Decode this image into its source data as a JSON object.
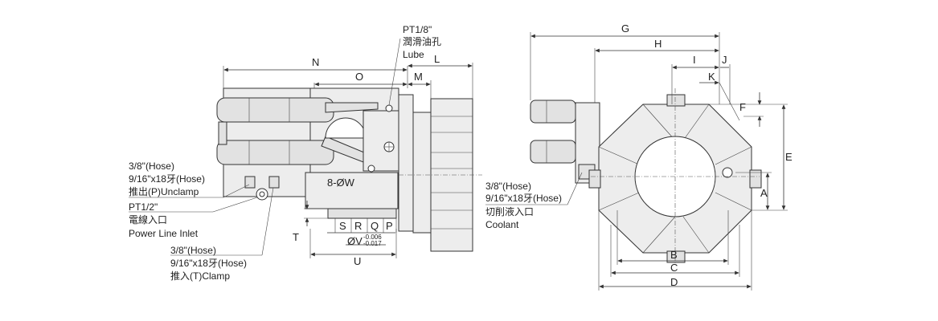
{
  "left_view": {
    "dims": {
      "N": "N",
      "O": "O",
      "M": "M",
      "L": "L",
      "U": "U",
      "T": "T",
      "S": "S",
      "R": "R",
      "Q": "Q",
      "P": "P",
      "W": "8-ØW",
      "V": "ØV",
      "V_tol_upper": "-0.006",
      "V_tol_lower": "-0.017"
    },
    "callouts": {
      "lube_1": "PT1/8\"",
      "lube_2": "潤滑油孔",
      "lube_3": "Lube",
      "unclamp_1": "3/8\"(Hose)",
      "unclamp_2": "9/16\"x18牙(Hose)",
      "unclamp_3": "推出(P)Unclamp",
      "power_1": "PT1/2\"",
      "power_2": "電線入口",
      "power_3": "Power Line Inlet",
      "clamp_1": "3/8\"(Hose)",
      "clamp_2": "9/16\"x18牙(Hose)",
      "clamp_3": "推入(T)Clamp"
    }
  },
  "right_view": {
    "dims": {
      "G": "G",
      "H": "H",
      "I": "I",
      "J": "J",
      "K": "K",
      "F": "F",
      "E": "E",
      "A": "A",
      "B": "B",
      "C": "C",
      "D": "D"
    },
    "callouts": {
      "coolant_1": "3/8\"(Hose)",
      "coolant_2": "9/16\"x18牙(Hose)",
      "coolant_3": "切削液入口",
      "coolant_4": "Coolant"
    }
  }
}
